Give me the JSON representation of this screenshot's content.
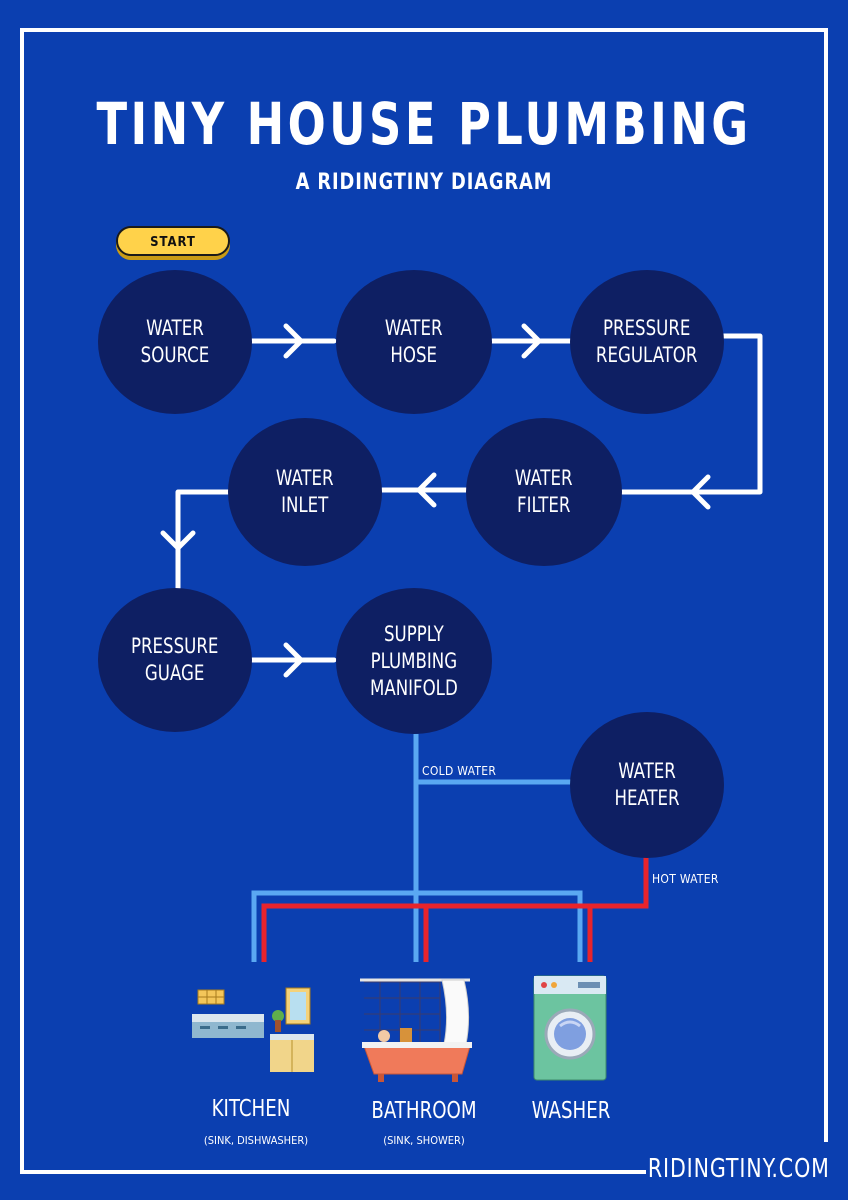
{
  "title": "TINY HOUSE PLUMBING",
  "subtitle": "A RIDINGTINY DIAGRAM",
  "start_label": "START",
  "nodes": {
    "water_source": "WATER\nSOURCE",
    "water_hose": "WATER\nHOSE",
    "pressure_regulator": "PRESSURE\nREGULATOR",
    "water_filter": "WATER\nFILTER",
    "water_inlet": "WATER\nINLET",
    "pressure_guage": "PRESSURE\nGUAGE",
    "supply_manifold": "SUPPLY\nPLUMBING\nMANIFOLD",
    "water_heater": "WATER\nHEATER"
  },
  "pipes": {
    "cold": "COLD WATER",
    "hot": "HOT WATER"
  },
  "fixtures": {
    "kitchen": {
      "label": "KITCHEN",
      "sub": "(SINK, DISHWASHER)"
    },
    "bathroom": {
      "label": "BATHROOM",
      "sub": "(SINK, SHOWER)"
    },
    "washer": {
      "label": "WASHER"
    }
  },
  "website": "RIDINGTINY.COM",
  "colors": {
    "background": "#0b3fb0",
    "node": "#0e1f63",
    "cold_pipe": "#5aa8f2",
    "hot_pipe": "#e8242b",
    "start": "#ffd24a"
  },
  "icons": [
    "kitchen-icon",
    "bathtub-icon",
    "washing-machine-icon"
  ]
}
